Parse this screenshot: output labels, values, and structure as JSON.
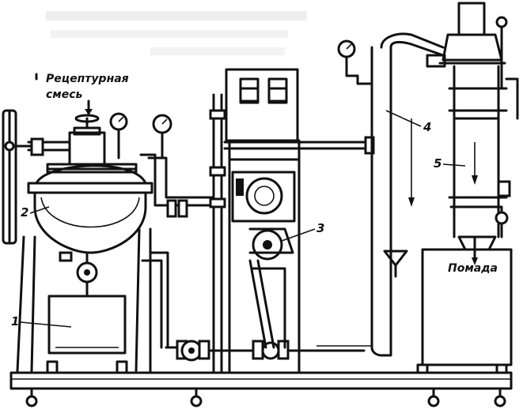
{
  "labels": {
    "retseptura_1": "Рецептурная",
    "retseptura_2": "смесь",
    "pomada": "Помада"
  },
  "callouts": {
    "n1": "1",
    "n2": "2",
    "n3": "3",
    "n4": "4",
    "n5": "5"
  }
}
